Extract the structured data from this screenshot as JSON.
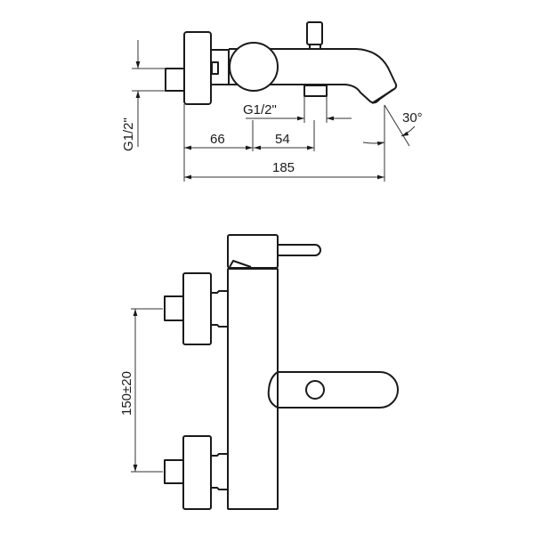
{
  "top_view": {
    "thread_vertical_label": "G1/2\"",
    "thread_horizontal_label": "G1/2\"",
    "dim_66": "66",
    "dim_54": "54",
    "dim_185": "185",
    "angle_label": "30°"
  },
  "front_view": {
    "dim_spacing": "150±20"
  }
}
